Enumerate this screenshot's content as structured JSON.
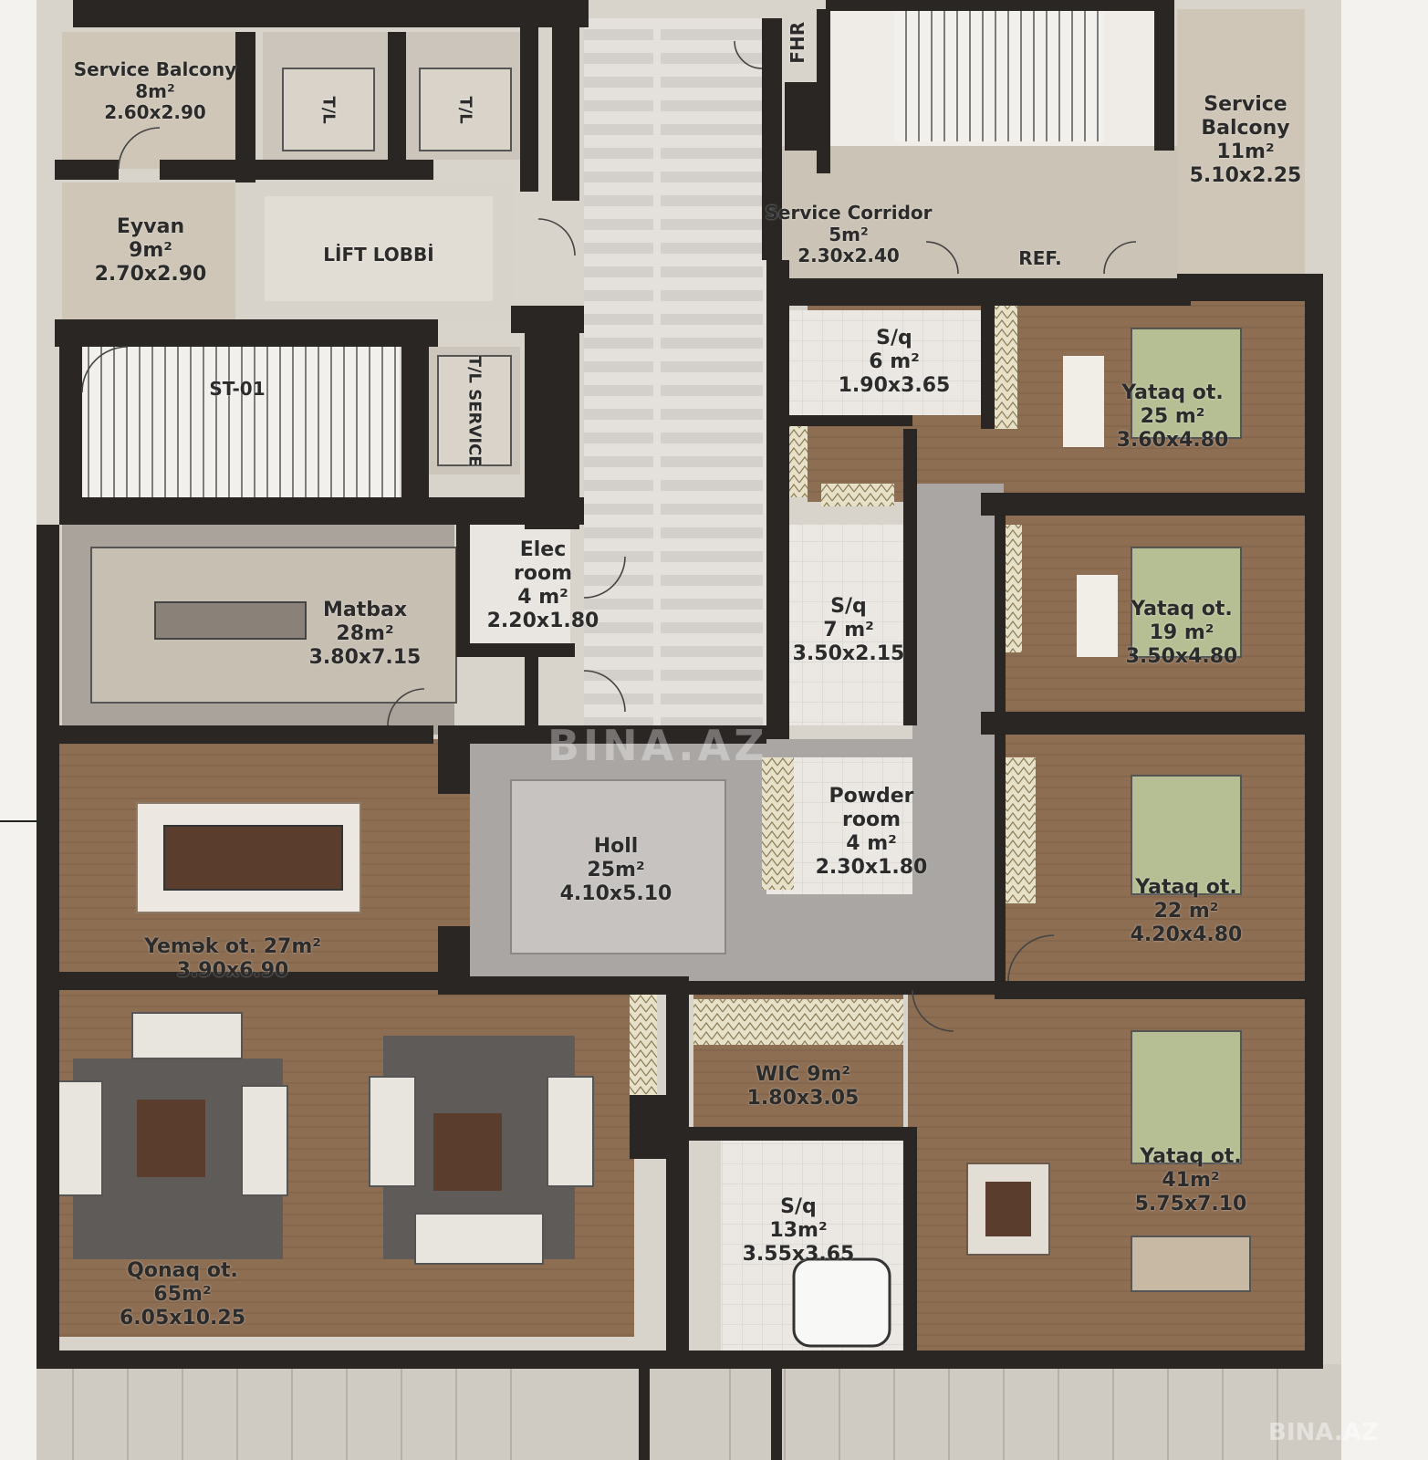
{
  "rooms": {
    "service_balcony_left": {
      "name": "Service Balcony",
      "area": "8m²",
      "dims": "2.60x2.90"
    },
    "eyvan": {
      "name": "Eyvan",
      "area": "9m²",
      "dims": "2.70x2.90"
    },
    "lift_lobby": {
      "name": "LİFT LOBBİ"
    },
    "lift_1": {
      "name": "T/L"
    },
    "lift_2": {
      "name": "T/L"
    },
    "fhr": {
      "name": "FHR"
    },
    "service_balcony_right": {
      "name": "Service Balcony",
      "area": "11m²",
      "dims": "5.10x2.25"
    },
    "service_corridor": {
      "name": "Service Corridor",
      "area": "5m²",
      "dims": "2.30x2.40"
    },
    "ref": {
      "name": "REF."
    },
    "stair": {
      "name": "ST-01"
    },
    "service_lift": {
      "name": "T/L SERVICE"
    },
    "sq_1": {
      "name": "S/q",
      "area": "6 m²",
      "dims": "1.90x3.65"
    },
    "bedroom_1": {
      "name": "Yataq ot.",
      "area": "25 m²",
      "dims": "3.60x4.80"
    },
    "elec_room": {
      "name": "Elec room",
      "area": "4 m²",
      "dims": "2.20x1.80"
    },
    "kitchen": {
      "name": "Matbax",
      "area": "28m²",
      "dims": "3.80x7.15"
    },
    "sq_2": {
      "name": "S/q",
      "area": "7 m²",
      "dims": "3.50x2.15"
    },
    "bedroom_2": {
      "name": "Yataq ot.",
      "area": "19 m²",
      "dims": "3.50x4.80"
    },
    "hall": {
      "name": "Holl",
      "area": "25m²",
      "dims": "4.10x5.10"
    },
    "powder_room": {
      "name": "Powder room",
      "area": "4 m²",
      "dims": "2.30x1.80"
    },
    "bedroom_3": {
      "name": "Yataq ot.",
      "area": "22 m²",
      "dims": "4.20x4.80"
    },
    "dining": {
      "name": "Yemək ot. 27m²",
      "dims": "3.90x6.90"
    },
    "wic": {
      "name": "WIC 9m²",
      "dims": "1.80x3.05"
    },
    "living": {
      "name": "Qonaq ot.",
      "area": "65m²",
      "dims": "6.05x10.25"
    },
    "sq_3": {
      "name": "S/q",
      "area": "13m²",
      "dims": "3.55x3.65"
    },
    "bedroom_master": {
      "name": "Yataq ot.",
      "area": "41m²",
      "dims": "5.75x7.10"
    }
  },
  "watermark": "BINA.AZ",
  "watermark_small": "BINA.AZ",
  "colors": {
    "wall": "#2a2624",
    "wood_floor": "#8b6d52",
    "service_floor": "#cfc6b8",
    "tile_floor": "#e9e6e1",
    "hall_floor": "#a9a6a3",
    "rug": "#d8d2c9",
    "bed_green": "#b6bf94"
  }
}
